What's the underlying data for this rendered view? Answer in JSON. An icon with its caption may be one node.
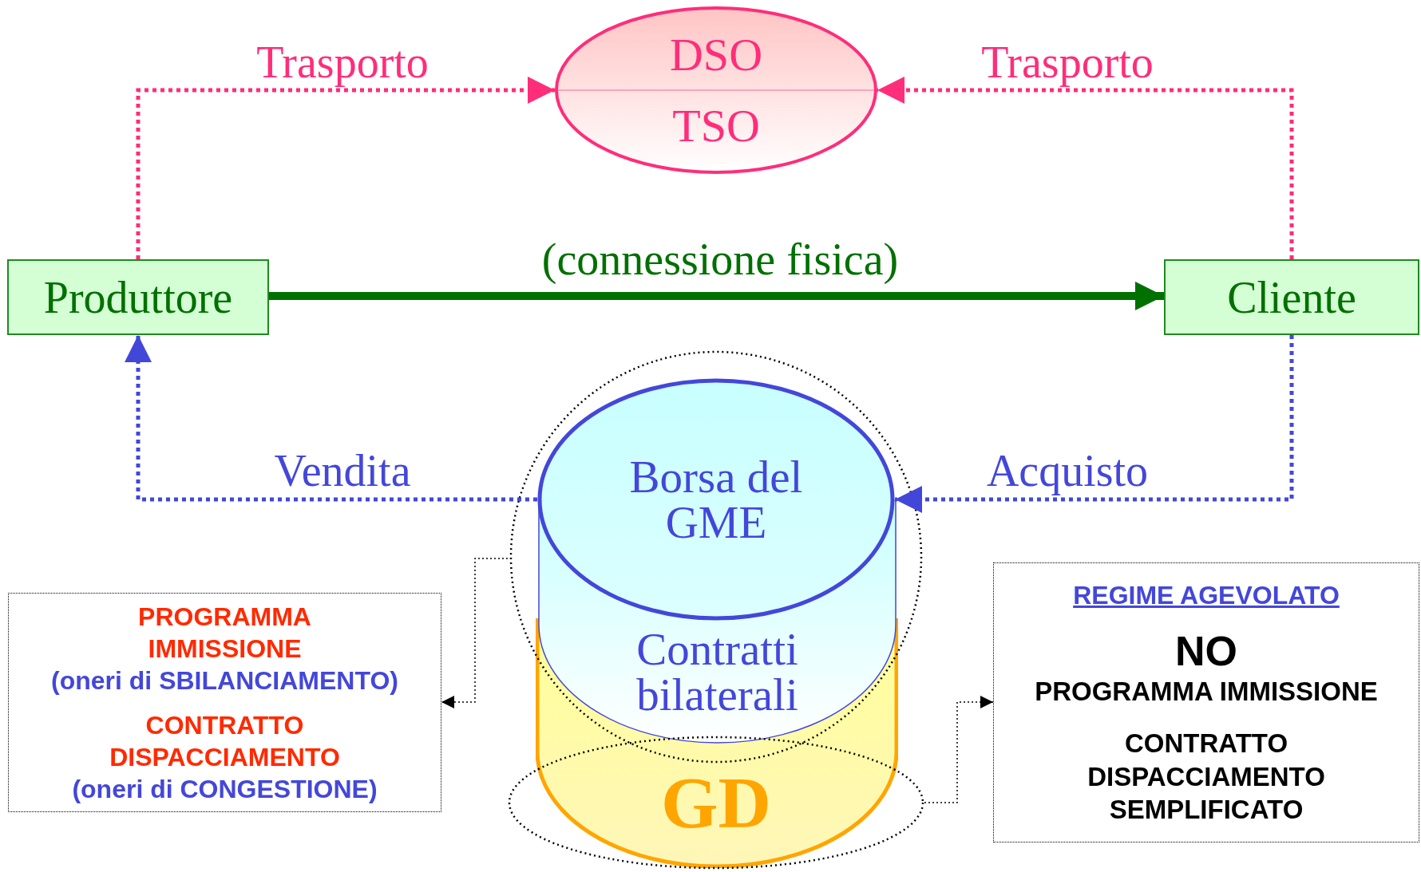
{
  "diagram": {
    "nodes": [
      {
        "text": [
          "DSO",
          "TSO"
        ]
      },
      {
        "text": [
          "Produttore"
        ]
      },
      {
        "text": [
          "Cliente"
        ]
      },
      {
        "text": [],
        "shape": "cylinder"
      },
      {
        "text": [],
        "shape": "circle"
      },
      {
        "text": [
          "Contratti bilaterali"
        ],
        "in": 4
      },
      {
        "text": [
          "Borsa del GME"
        ],
        "in": 4
      },
      {
        "text": [
          "GD"
        ]
      },
      {
        "text": [
          "PROGRAMMA IMMISSIONE",
          "(oneri di SBILANCIAMENTO)",
          "CONTRATTO DISPACCIAMENTO",
          "(oneri di CONGESTIONE)"
        ]
      },
      {
        "text": [
          "REGIME AGEVOLATO",
          "NO",
          "PROGRAMMA IMMISSIONE",
          "CONTRATTO DISPACCIAMENTO SEMPLIFICATO"
        ]
      }
    ],
    "edges": [
      {
        "from": 1,
        "to": 0,
        "arrow": "to",
        "label": "Trasporto",
        "style": "dashed",
        "color": "#ff2d7a"
      },
      {
        "from": 2,
        "to": 0,
        "arrow": "to",
        "label": "Trasporto",
        "style": "dashed",
        "color": "#ff2d7a"
      },
      {
        "from": 1,
        "to": 2,
        "arrow": "to",
        "label": "(connessione fisica)",
        "style": "thick",
        "color": "#007000"
      },
      {
        "from": 6,
        "to": 1,
        "arrow": "to",
        "label": "Vendita",
        "style": "dashed",
        "color": "#4347d9"
      },
      {
        "from": 2,
        "to": 6,
        "arrow": "to",
        "label": "Acquisto",
        "style": "dashed",
        "color": "#4347d9"
      },
      {
        "from": 4,
        "to": 8,
        "arrow": "to",
        "style": "dashed",
        "color": "#000000"
      },
      {
        "from": 7,
        "to": 9,
        "arrow": "to",
        "style": "dashed",
        "color": "#000000"
      }
    ]
  }
}
